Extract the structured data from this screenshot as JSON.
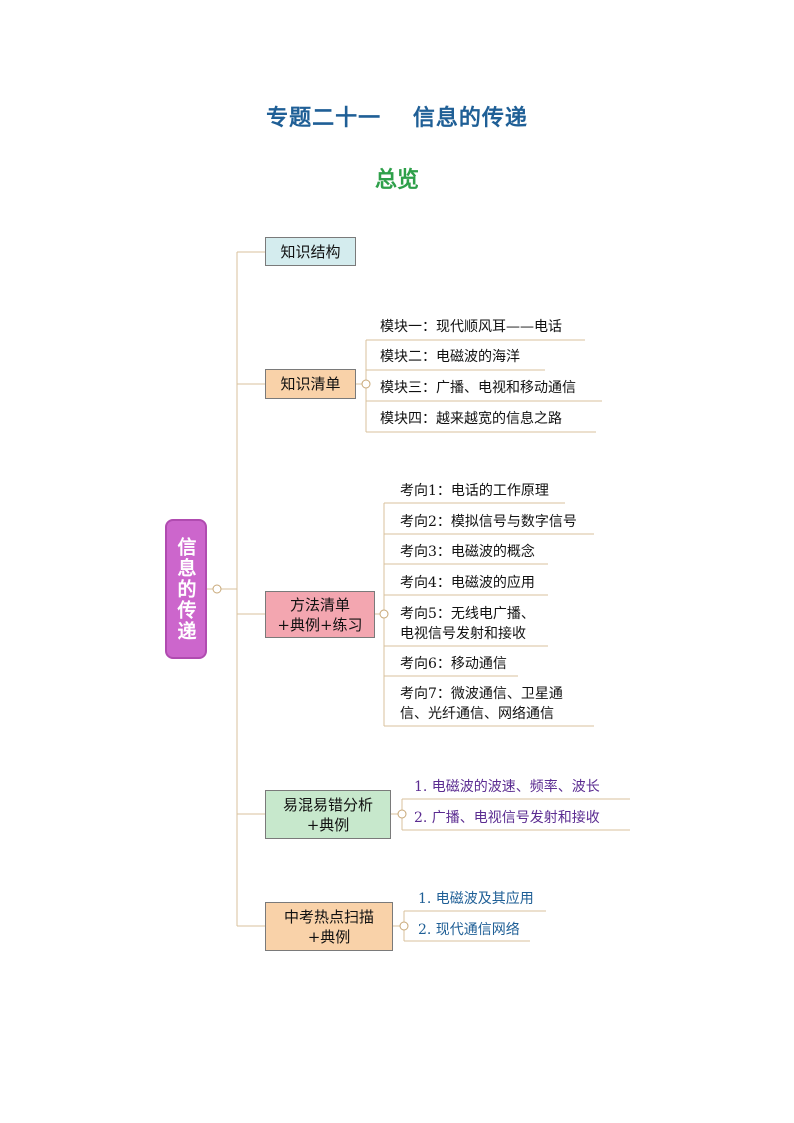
{
  "header": {
    "title": "专题二十一　 信息的传递",
    "subtitle": "总览"
  },
  "root": {
    "label": "信息的传递"
  },
  "branches": [
    {
      "label": "知识结构",
      "children": []
    },
    {
      "label": "知识清单",
      "children": [
        "模块一：现代顺风耳——电话",
        "模块二：电磁波的海洋",
        "模块三：广播、电视和移动通信",
        "模块四：越来越宽的信息之路"
      ]
    },
    {
      "label": "方法清单\n+典例+练习",
      "children": [
        "考向1：电话的工作原理",
        "考向2：模拟信号与数字信号",
        "考向3：电磁波的概念",
        "考向4：电磁波的应用",
        "考向5：无线电广播、\n电视信号发射和接收",
        "考向6：移动通信",
        "考向7：微波通信、卫星通\n信、光纤通信、网络通信"
      ]
    },
    {
      "label": "易混易错分析\n+典例",
      "children": [
        "1. 电磁波的波速、频率、波长",
        "2. 广播、电视信号发射和接收"
      ]
    },
    {
      "label": "中考热点扫描\n+典例",
      "children": [
        "1. 电磁波及其应用",
        "2. 现代通信网络"
      ]
    }
  ],
  "colors": {
    "title": "#1f5f96",
    "subtitle": "#2ea04a",
    "root": "#cc66cc",
    "connector": "#d9c29c"
  }
}
